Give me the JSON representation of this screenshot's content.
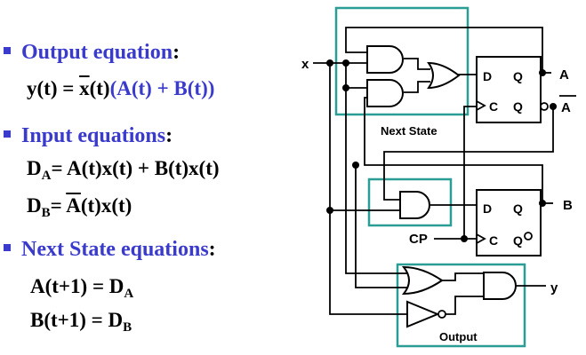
{
  "sections": {
    "output": {
      "title": "Output equation",
      "colon": ":"
    },
    "input": {
      "title": "Input equations",
      "colon": ":"
    },
    "next": {
      "title": "Next State equations",
      "colon": ":"
    }
  },
  "equations": {
    "y": {
      "lhs": "y(t) = ",
      "xbar": "x",
      "mid": "(t)",
      "paren": "(A(t) + B(t))"
    },
    "da": {
      "d": "D",
      "sub": "A",
      "rhs": "= A(t)x(t) + B(t)x(t)"
    },
    "db": {
      "d": "D",
      "sub": "B",
      "eq": "= ",
      "abar": "A",
      "rhs": "(t)x(t)"
    },
    "na": {
      "lhs": "A(t+1) = D",
      "sub": "A"
    },
    "nb": {
      "lhs": "B(t+1) = D",
      "sub": "B"
    }
  },
  "diagram": {
    "labels": {
      "x": "x",
      "A": "A",
      "Abar": "A",
      "B": "B",
      "y": "y",
      "CP": "CP",
      "nextstate": "Next State",
      "output": "Output",
      "d": "D",
      "q": "Q",
      "c": "C"
    },
    "colors": {
      "box": "#2a9e94",
      "wire": "#000000",
      "text_blue": "#3a3acc"
    }
  }
}
